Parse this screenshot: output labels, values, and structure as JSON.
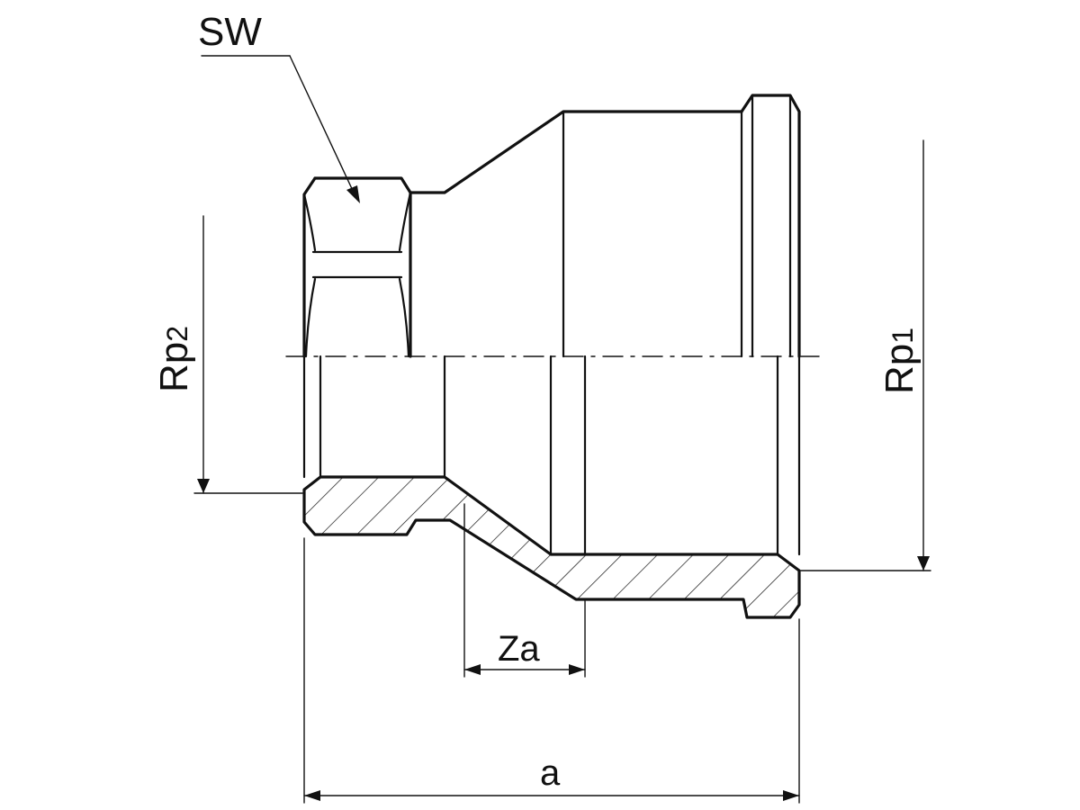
{
  "diagram": {
    "labels": {
      "wrench_size": "SW",
      "thread_small": "Rp",
      "thread_small_sub": "2",
      "thread_large": "Rp",
      "thread_large_sub": "1",
      "face_to_end": "Za",
      "overall_length": "a"
    },
    "colors": {
      "line": "#111111",
      "background": "#ffffff"
    }
  }
}
